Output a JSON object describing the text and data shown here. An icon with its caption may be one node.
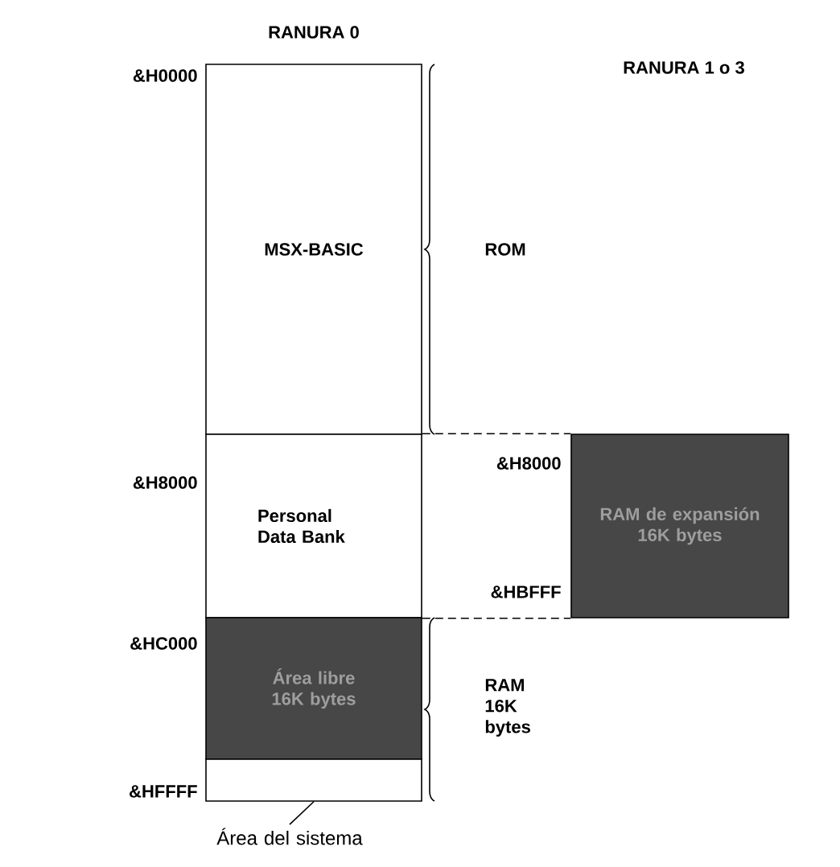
{
  "diagram": {
    "nodes": [
      {
        "text": [
          "MSX-BASIC"
        ]
      },
      {
        "text": [
          "Personal Data Bank"
        ]
      },
      {
        "text": [
          "Área libre 16K bytes"
        ]
      },
      {
        "text": [],
        "shape": "box"
      },
      {
        "text": [
          "Área del sistema"
        ]
      },
      {
        "text": [
          "RAM de expansión 16K bytes"
        ]
      }
    ],
    "edges": [
      {
        "from": 1,
        "to": 5,
        "arrow": "none",
        "style": "dashed"
      },
      {
        "from": 1,
        "to": 5,
        "arrow": "none",
        "style": "dashed"
      },
      {
        "from": 4,
        "to": 3,
        "arrow": "none"
      }
    ],
    "labels": [
      "RANURA 0",
      "RANURA 1 o 3",
      "&H0000",
      "ROM",
      "&H8000",
      "&H8000",
      "&HBFFF",
      "&HC000",
      "RAM 16K bytes",
      "&HFFFF"
    ]
  }
}
